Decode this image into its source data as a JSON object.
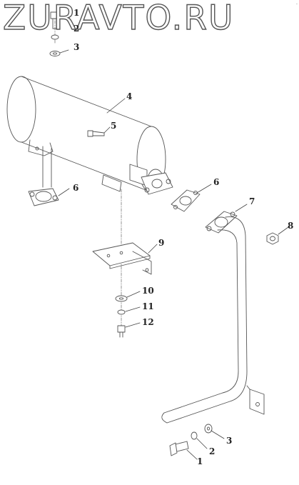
{
  "watermark": "ZURAVTO.RU",
  "corner_mark": "-",
  "callouts": {
    "c1_top": "1",
    "c2_top": "2",
    "c3_top": "3",
    "c4": "4",
    "c5": "5",
    "c6_left": "6",
    "c6_right": "6",
    "c7": "7",
    "c8": "8",
    "c9": "9",
    "c10": "10",
    "c11": "11",
    "c12": "12",
    "c1_bottom": "1",
    "c2_bottom": "2",
    "c3_bottom": "3"
  }
}
